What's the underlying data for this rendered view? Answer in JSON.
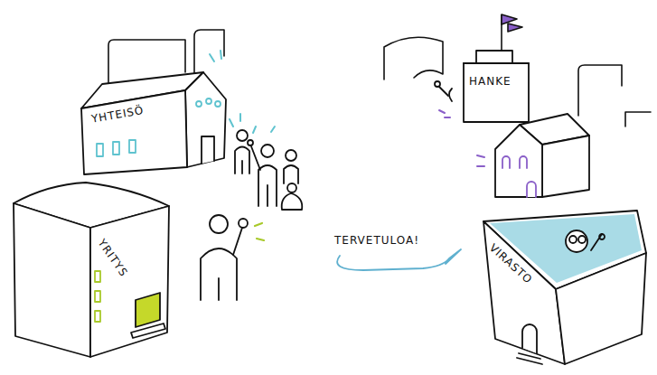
{
  "diagram": {
    "nodes": [
      {
        "text": [
          "YHTEISÖ"
        ]
      },
      {
        "text": [
          "HANKE"
        ]
      },
      {
        "text": [
          "YRITYS"
        ]
      },
      {
        "text": [
          "VIRASTO"
        ]
      }
    ],
    "labels": [
      "TERVETULOA!"
    ]
  }
}
